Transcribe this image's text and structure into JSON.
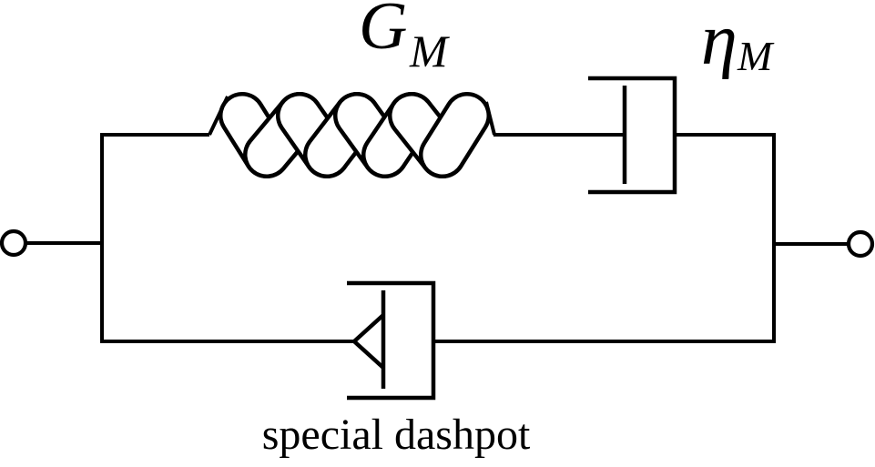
{
  "diagram": {
    "labels": {
      "spring_modulus": {
        "symbol": "G",
        "subscript": "M"
      },
      "dashpot_viscosity": {
        "symbol": "η",
        "subscript": "M"
      },
      "caption": "special dashpot"
    },
    "colors": {
      "line": "#000000",
      "background": "#ffffff"
    }
  }
}
